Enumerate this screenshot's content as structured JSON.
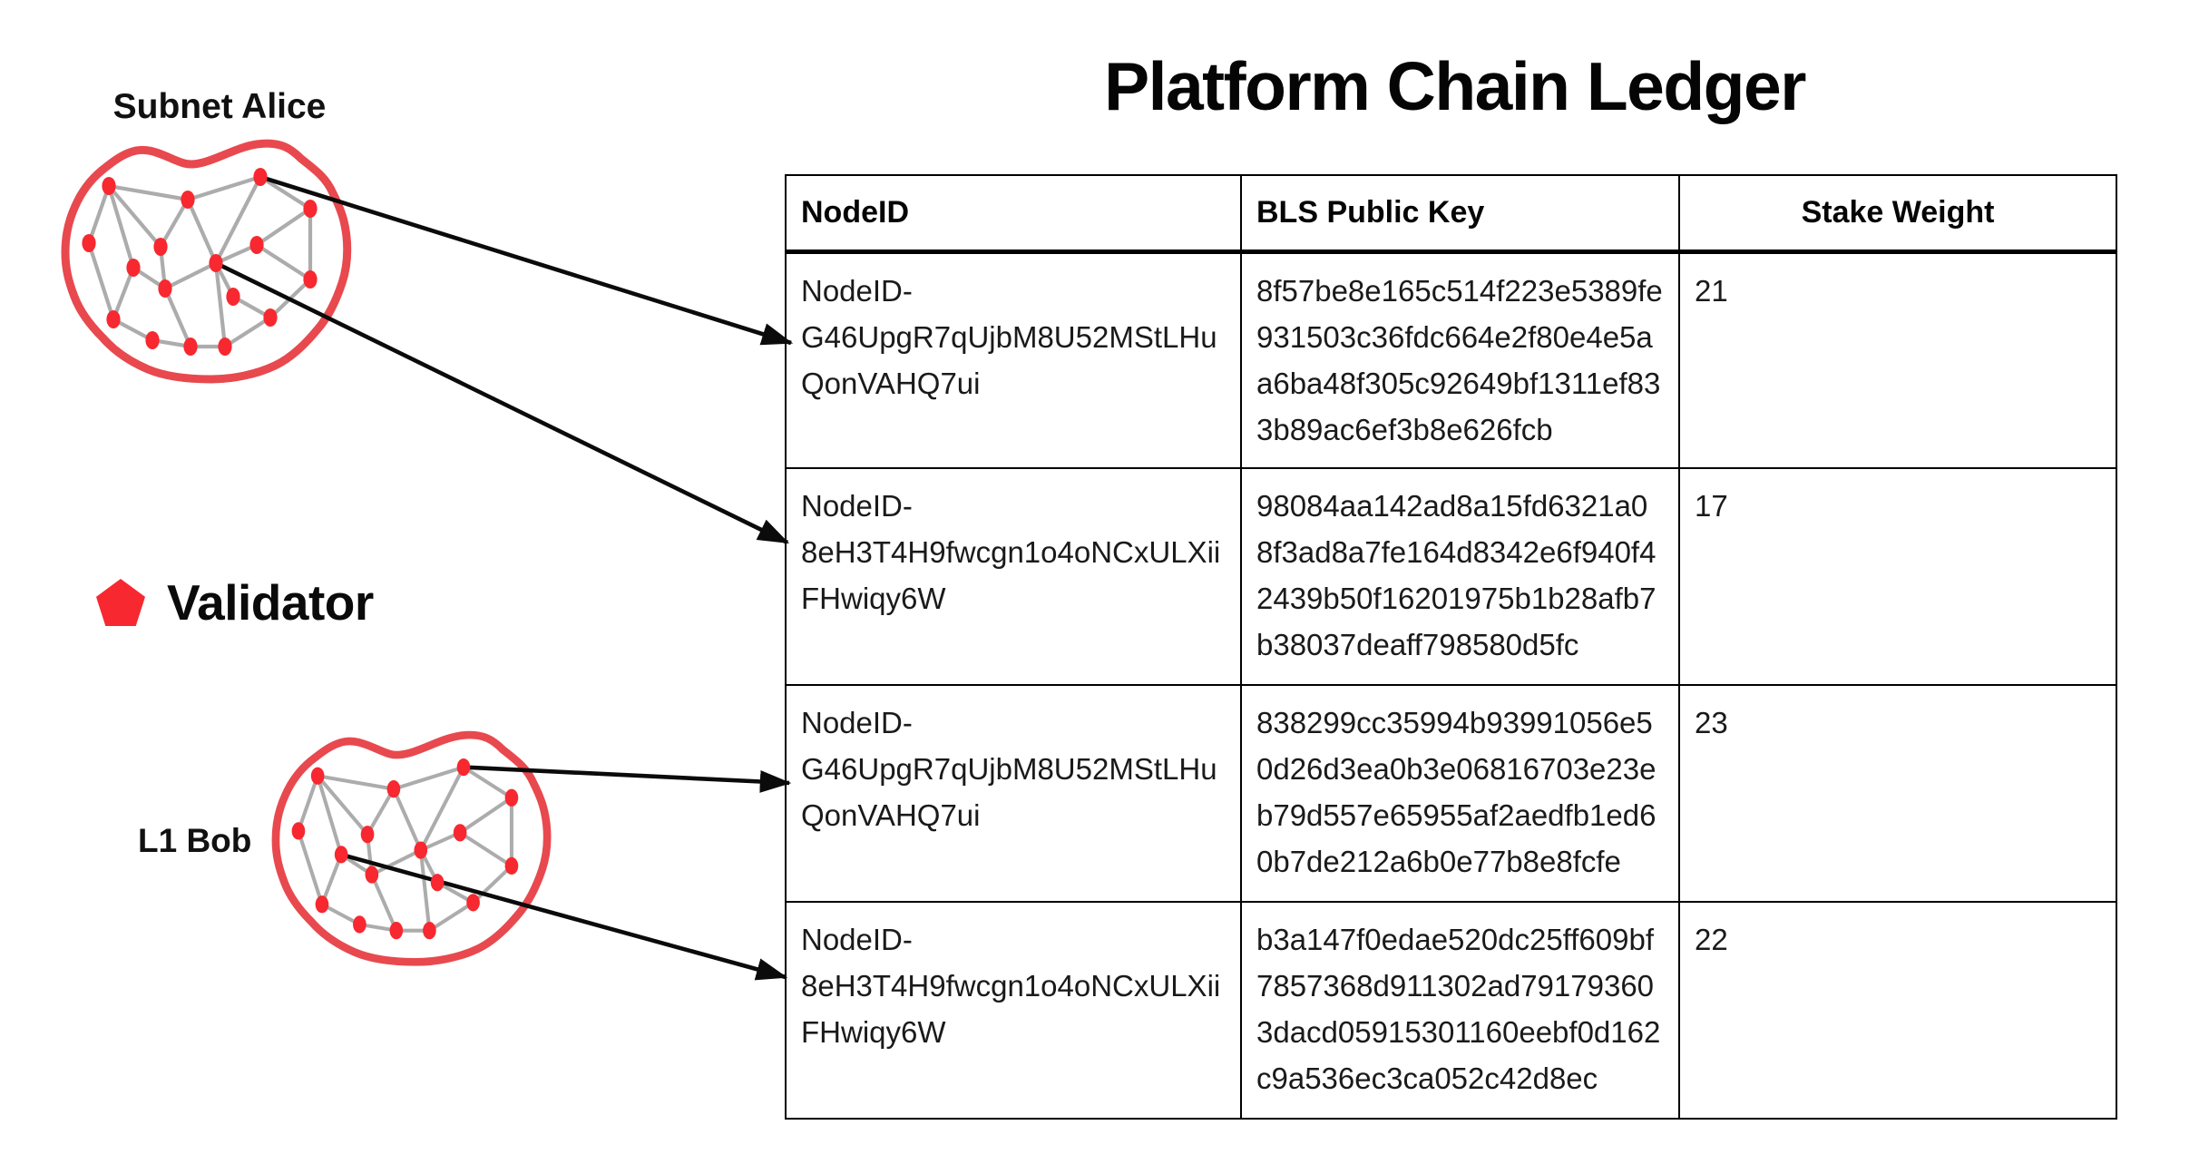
{
  "title": "Platform Chain Ledger",
  "legend": {
    "icon": "pentagon-icon",
    "label": "Validator"
  },
  "subnets": [
    {
      "id": "alice",
      "label": "Subnet Alice",
      "validator_count": 17
    },
    {
      "id": "bob",
      "label": "L1 Bob",
      "validator_count": 17
    }
  ],
  "colors": {
    "node_red": "#f7282f",
    "outline_red": "#e8494e",
    "edge_gray": "#acacac",
    "arrow_black": "#0b0b0b",
    "border_black": "#000000",
    "text_dark": "#1a1a1a"
  },
  "table": {
    "columns": [
      {
        "label": "NodeID"
      },
      {
        "label": "BLS Public Key"
      },
      {
        "label": "Stake Weight"
      }
    ],
    "rows": [
      {
        "node_id": "NodeID-G46UpgR7qUjbM8U52MStLHuQonVAHQ7ui",
        "bls_public_key": "8f57be8e165c514f223e5389fe931503c36fdc664e2f80e4e5aa6ba48f305c92649bf1311ef833b89ac6ef3b8e626fcb",
        "stake_weight": "21"
      },
      {
        "node_id": "NodeID-8eH3T4H9fwcgn1o4oNCxULXiiFHwiqy6W",
        "bls_public_key": "98084aa142ad8a15fd6321a08f3ad8a7fe164d8342e6f940f42439b50f16201975b1b28afb7b38037deaff798580d5fc",
        "stake_weight": "17"
      },
      {
        "node_id": "NodeID-G46UpgR7qUjbM8U52MStLHuQonVAHQ7ui",
        "bls_public_key": "838299cc35994b93991056e50d26d3ea0b3e06816703e23eb79d557e65955af2aedfb1ed60b7de212a6b0e77b8e8fcfe",
        "stake_weight": "23"
      },
      {
        "node_id": "NodeID-8eH3T4H9fwcgn1o4oNCxULXiiFHwiqy6W",
        "bls_public_key": "b3a147f0edae520dc25ff609bf7857368d911302ad791793603dacd05915301160eebf0d162c9a536ec3ca052c42d8ec",
        "stake_weight": "22"
      }
    ]
  },
  "connections": [
    {
      "subnet": "alice",
      "row": 0
    },
    {
      "subnet": "alice",
      "row": 1
    },
    {
      "subnet": "bob",
      "row": 2
    },
    {
      "subnet": "bob",
      "row": 3
    }
  ]
}
